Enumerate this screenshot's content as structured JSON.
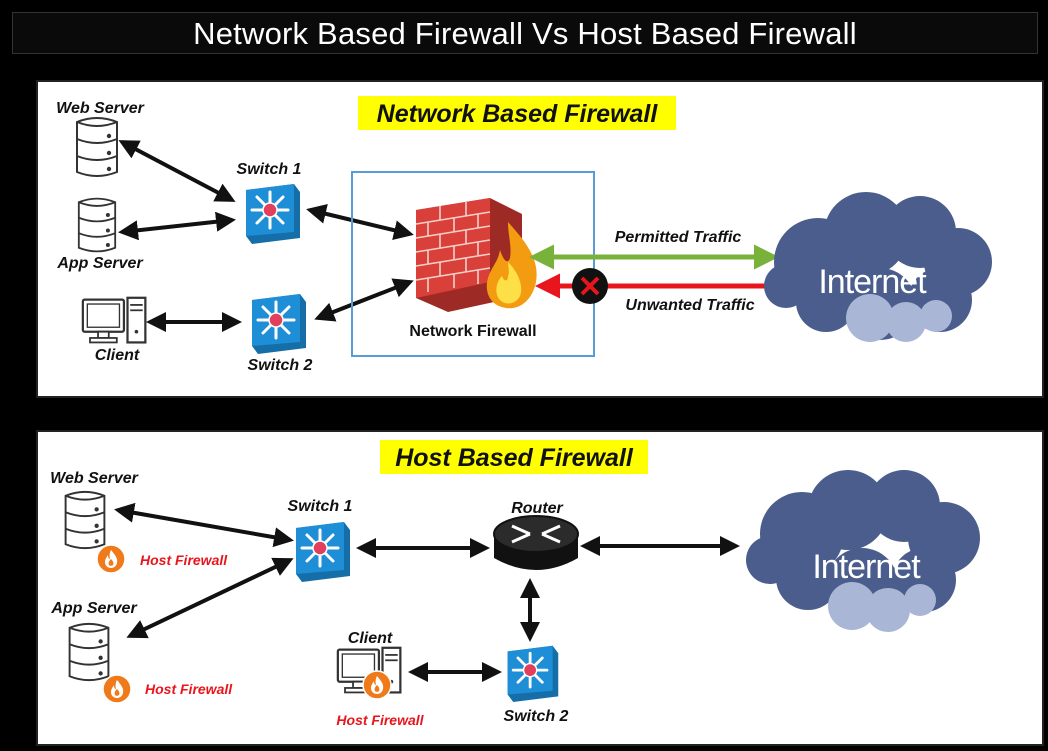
{
  "title": "Network Based Firewall Vs Host Based Firewall",
  "colors": {
    "highlight": "#ffff00",
    "switch_blue": "#1e8fd6",
    "firewall_red": "#d9403a",
    "permitted_green": "#79b23b",
    "unwanted_red": "#e8161c",
    "host_firewall_text": "#e8161c",
    "host_firewall_badge": "#f07a1a",
    "cloud": "#4a5d8c",
    "container_border": "#5b9bd5"
  },
  "network_panel": {
    "heading": "Network Based Firewall",
    "web_server": "Web Server",
    "app_server": "App Server",
    "client": "Client",
    "switch1": "Switch 1",
    "switch2": "Switch 2",
    "firewall": "Network Firewall",
    "permitted": "Permitted Traffic",
    "unwanted": "Unwanted Traffic",
    "internet": "Internet"
  },
  "host_panel": {
    "heading": "Host Based Firewall",
    "web_server": "Web Server",
    "app_server": "App Server",
    "client": "Client",
    "switch1": "Switch 1",
    "switch2": "Switch 2",
    "router": "Router",
    "internet": "Internet",
    "host_fw_web": "Host Firewall",
    "host_fw_app": "Host Firewall",
    "host_fw_client": "Host Firewall"
  }
}
